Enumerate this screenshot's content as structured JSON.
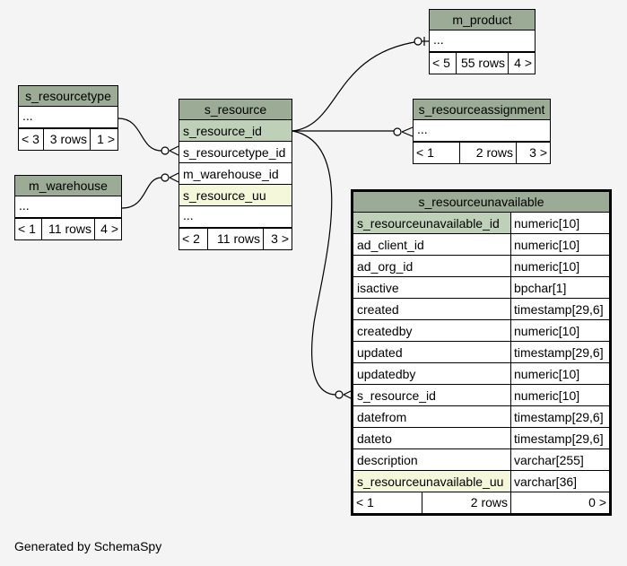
{
  "tables": {
    "m_product": {
      "name": "m_product",
      "rows": [
        "..."
      ],
      "footer": [
        "< 5",
        "55 rows",
        "4 >"
      ]
    },
    "s_resourcetype": {
      "name": "s_resourcetype",
      "rows": [
        "..."
      ],
      "footer": [
        "< 3",
        "3 rows",
        "1 >"
      ]
    },
    "m_warehouse": {
      "name": "m_warehouse",
      "rows": [
        "..."
      ],
      "footer": [
        "< 1",
        "11 rows",
        "4 >"
      ]
    },
    "s_resource": {
      "name": "s_resource",
      "rows": [
        "s_resource_id",
        "s_resourcetype_id",
        "m_warehouse_id",
        "s_resource_uu",
        "..."
      ],
      "footer": [
        "< 2",
        "11 rows",
        "3 >"
      ]
    },
    "s_resourceassignment": {
      "name": "s_resourceassignment",
      "rows": [
        "..."
      ],
      "footer": [
        "< 1",
        "2 rows",
        "3 >"
      ]
    },
    "s_resourceunavailable": {
      "name": "s_resourceunavailable",
      "columns": [
        {
          "name": "s_resourceunavailable_id",
          "type": "numeric[10]"
        },
        {
          "name": "ad_client_id",
          "type": "numeric[10]"
        },
        {
          "name": "ad_org_id",
          "type": "numeric[10]"
        },
        {
          "name": "isactive",
          "type": "bpchar[1]"
        },
        {
          "name": "created",
          "type": "timestamp[29,6]"
        },
        {
          "name": "createdby",
          "type": "numeric[10]"
        },
        {
          "name": "updated",
          "type": "timestamp[29,6]"
        },
        {
          "name": "updatedby",
          "type": "numeric[10]"
        },
        {
          "name": "s_resource_id",
          "type": "numeric[10]"
        },
        {
          "name": "datefrom",
          "type": "timestamp[29,6]"
        },
        {
          "name": "dateto",
          "type": "timestamp[29,6]"
        },
        {
          "name": "description",
          "type": "varchar[255]"
        },
        {
          "name": "s_resourceunavailable_uu",
          "type": "varchar[36]"
        }
      ],
      "footer": [
        "< 1",
        "2 rows",
        "0 >"
      ]
    }
  },
  "credit": "Generated by SchemaSpy",
  "colors": {
    "header": "#9bab96",
    "primary_key": "#bed1b8",
    "unique_key": "#f4f7da",
    "background": "#f4f4f4"
  }
}
